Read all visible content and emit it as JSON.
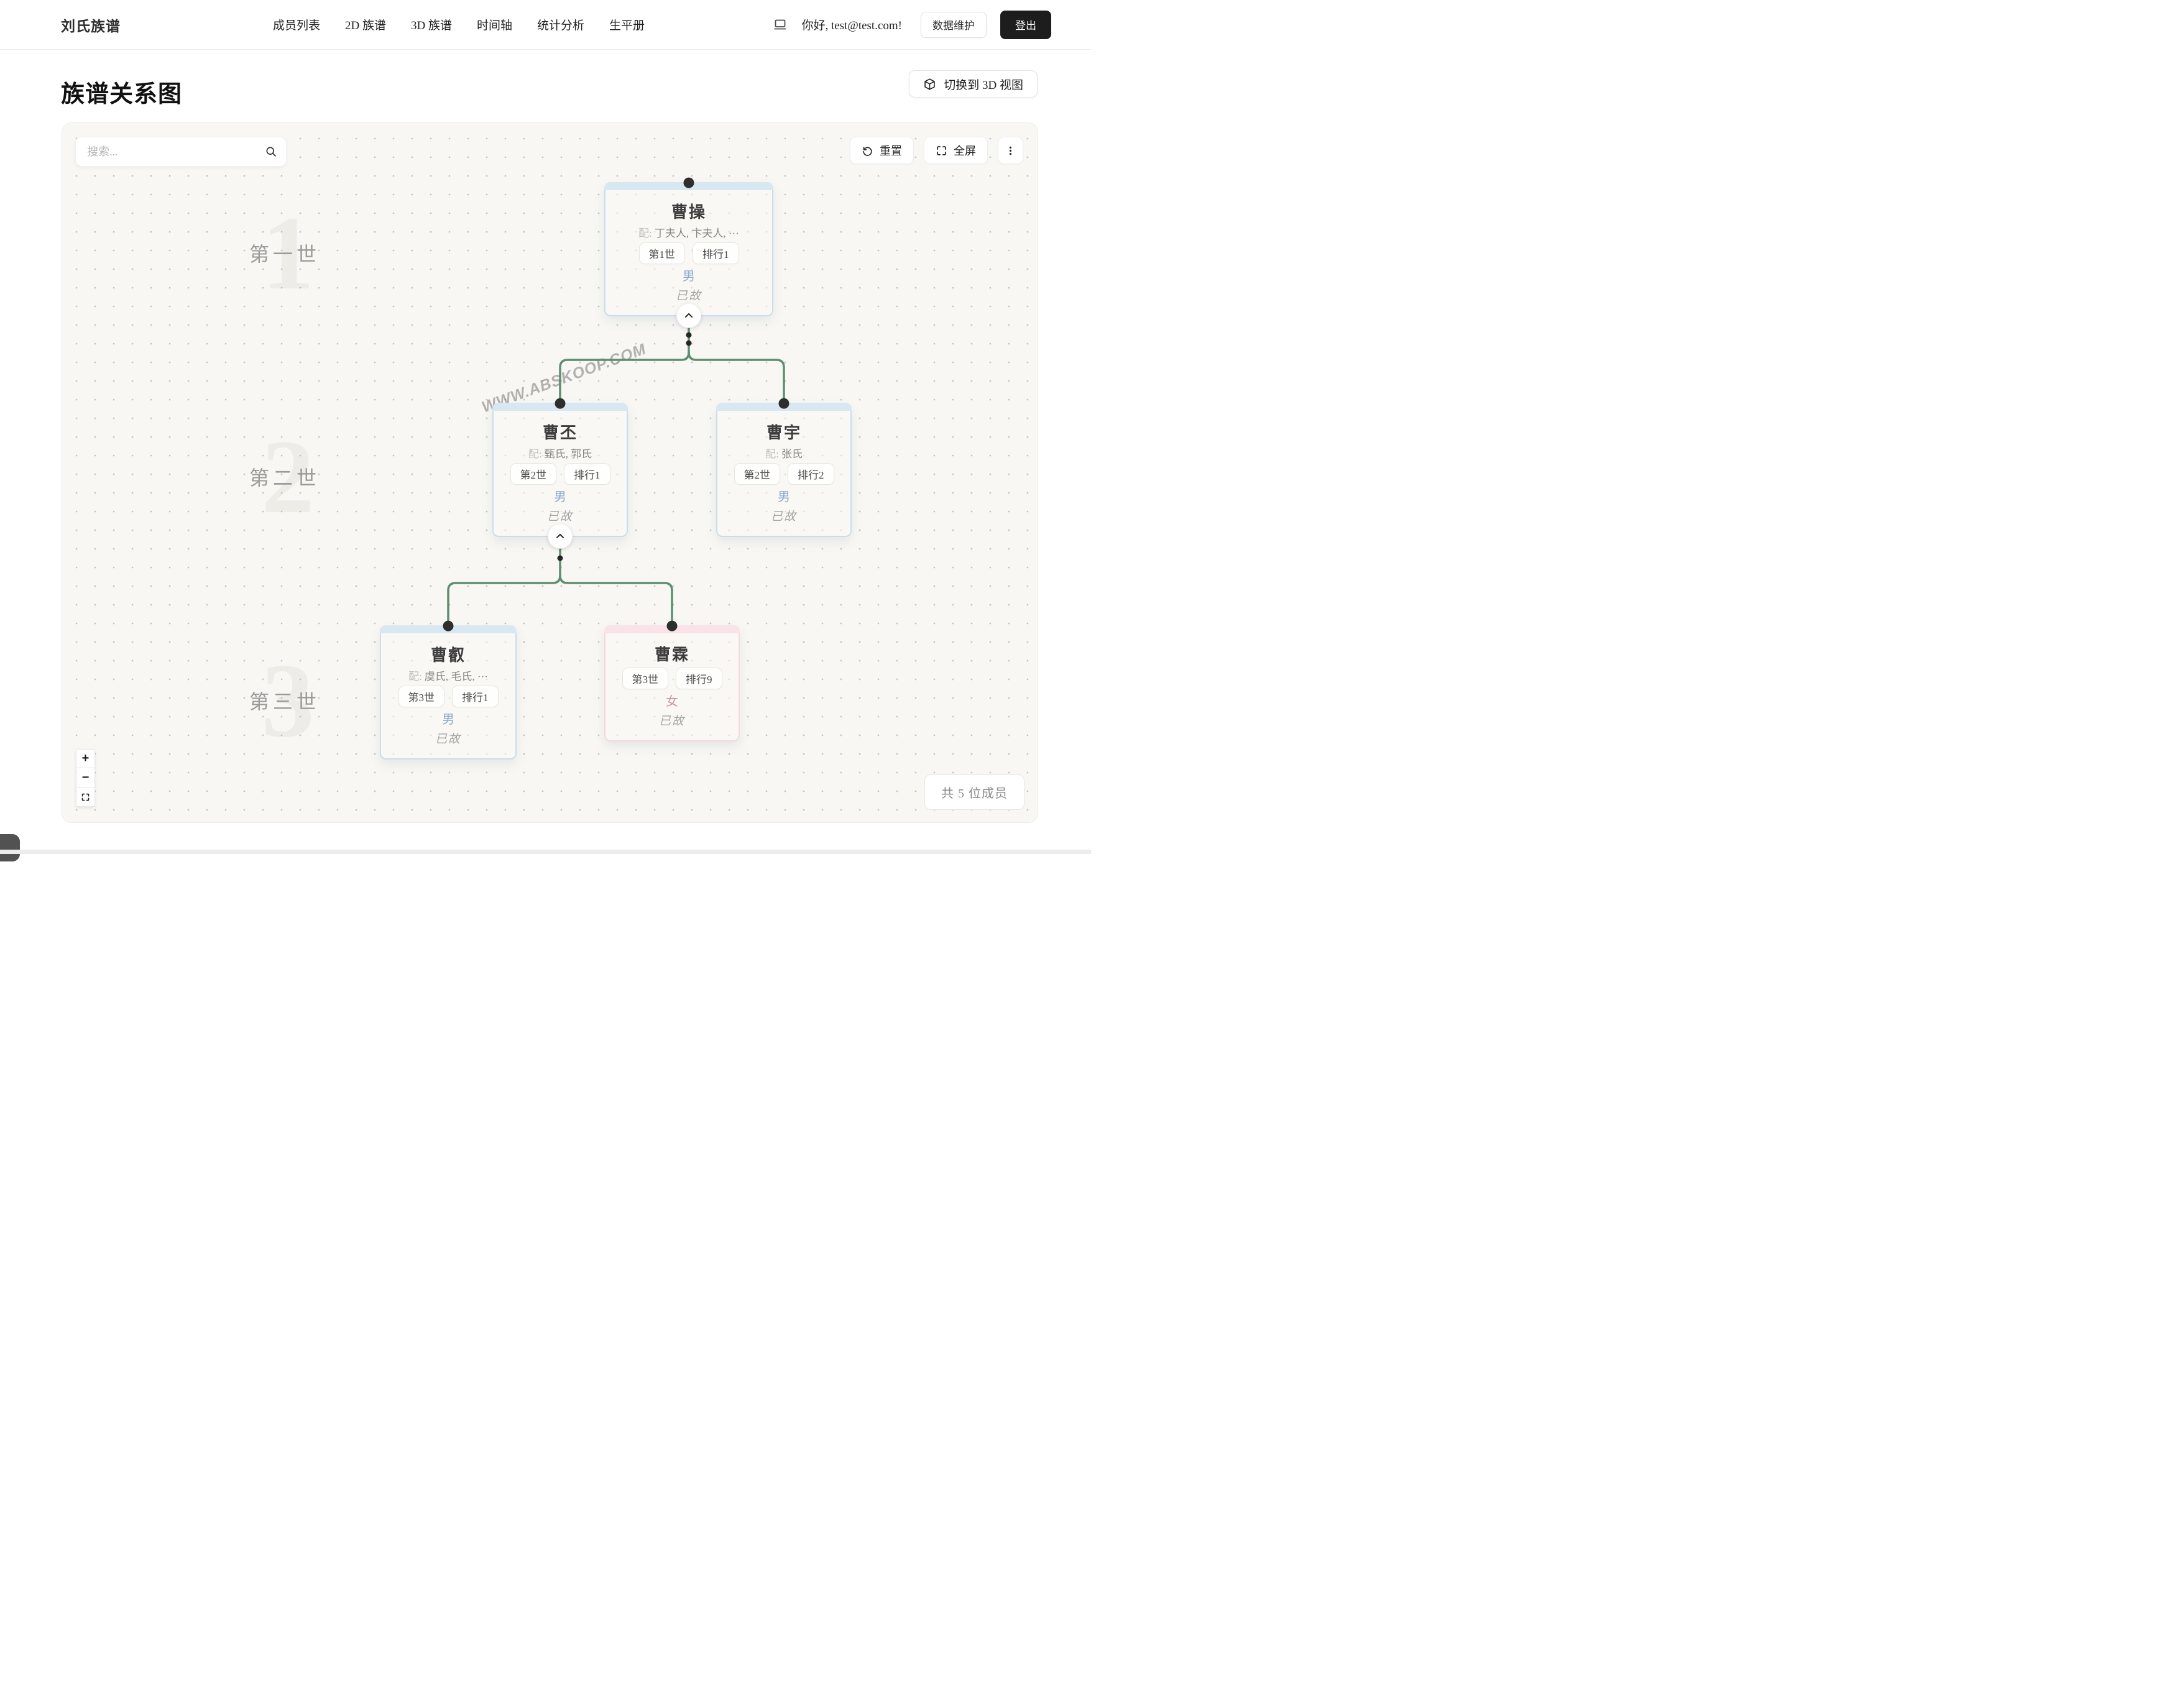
{
  "navbar": {
    "logo": "刘氏族谱",
    "items": [
      {
        "label": "成员列表"
      },
      {
        "label": "2D 族谱"
      },
      {
        "label": "3D 族谱"
      },
      {
        "label": "时间轴"
      },
      {
        "label": "统计分析"
      },
      {
        "label": "生平册"
      }
    ],
    "greeting": "你好, test@test.com!",
    "maintain_label": "数据维护",
    "logout_label": "登出"
  },
  "page": {
    "title": "族谱关系图",
    "switch_3d_label": "切换到 3D 视图"
  },
  "canvas": {
    "search_placeholder": "搜索...",
    "toolbar": {
      "reset_label": "重置",
      "fullscreen_label": "全屏"
    },
    "generations": [
      {
        "label": "第一世",
        "num": "1"
      },
      {
        "label": "第二世",
        "num": "2"
      },
      {
        "label": "第三世",
        "num": "3"
      }
    ],
    "watermark": "WWW.ABSKOOP.COM",
    "member_count": "共 5 位成员",
    "zoom_in": "+",
    "zoom_out": "−",
    "nodes": [
      {
        "name": "曹操",
        "spouse_label": "配:",
        "spouses": "丁夫人, 卞夫人, ···",
        "gen_tag": "第1世",
        "rank_tag": "排行1",
        "gender": "男",
        "status": "已故"
      },
      {
        "name": "曹丕",
        "spouse_label": "配:",
        "spouses": "甄氏, 郭氏",
        "gen_tag": "第2世",
        "rank_tag": "排行1",
        "gender": "男",
        "status": "已故"
      },
      {
        "name": "曹宇",
        "spouse_label": "配:",
        "spouses": "张氏",
        "gen_tag": "第2世",
        "rank_tag": "排行2",
        "gender": "男",
        "status": "已故"
      },
      {
        "name": "曹叡",
        "spouse_label": "配:",
        "spouses": "虞氏, 毛氏, ···",
        "gen_tag": "第3世",
        "rank_tag": "排行1",
        "gender": "男",
        "status": "已故"
      },
      {
        "name": "曹霖",
        "gen_tag": "第3世",
        "rank_tag": "排行9",
        "gender": "女",
        "status": "已故"
      }
    ],
    "colors": {
      "connector_green": "#5e8e6d",
      "male_blue": "#8ea8c8",
      "female_pink": "#c498a7",
      "male_border": "#cadded",
      "female_border": "#f3d9e0"
    }
  }
}
